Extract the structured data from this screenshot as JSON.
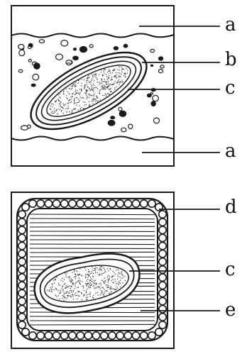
{
  "labels": {
    "top_a1": "a",
    "top_b": "b",
    "top_c": "c",
    "top_a2": "a",
    "bottom_d": "d",
    "bottom_c": "c",
    "bottom_e": "e"
  },
  "colors": {
    "ink": "#1a1a1a",
    "background": "#ffffff",
    "stipple": "#333333"
  }
}
